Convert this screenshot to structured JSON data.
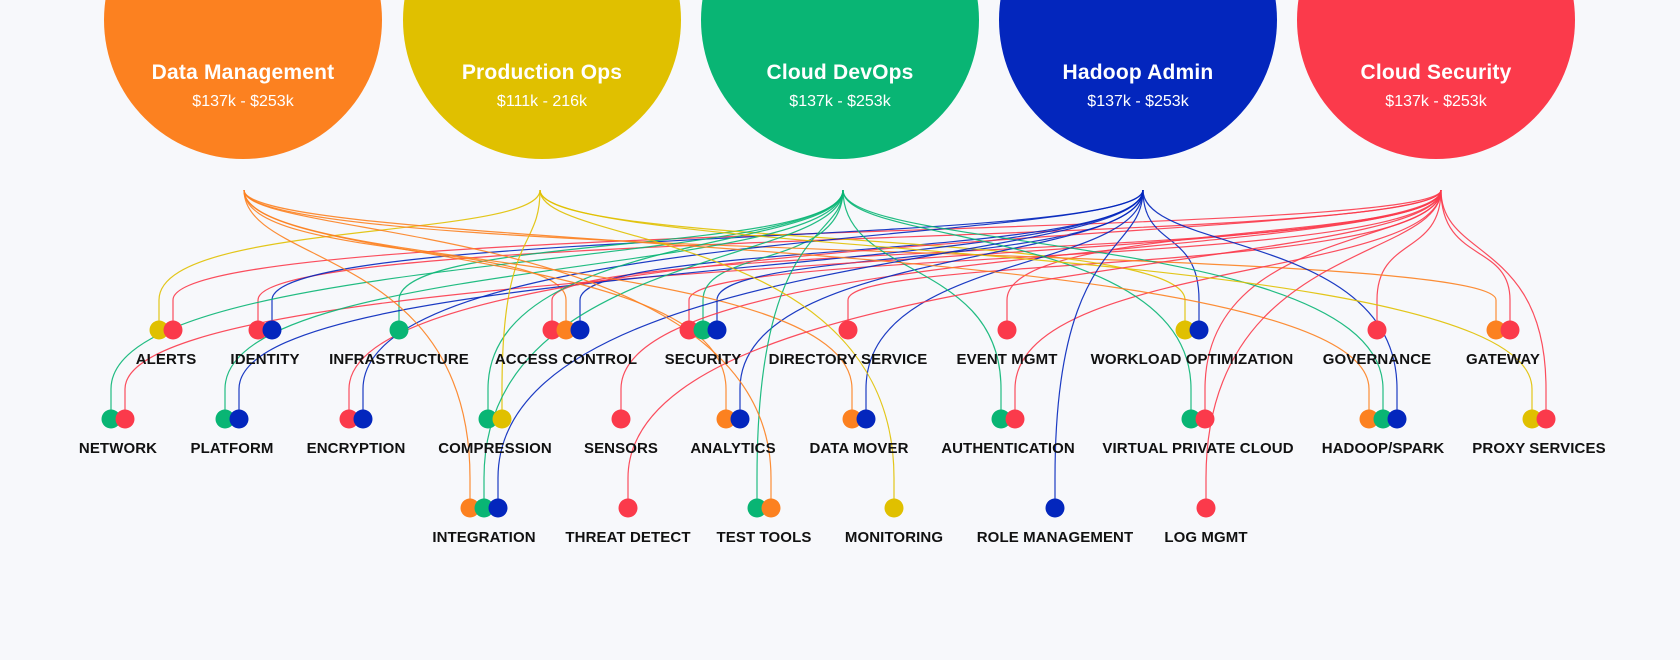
{
  "roles": [
    {
      "id": "dm",
      "title": "Data Management",
      "range": "$137k - $253k",
      "color": "#fc8120"
    },
    {
      "id": "po",
      "title": "Production Ops",
      "range": "$111k - 216k",
      "color": "#e0c000"
    },
    {
      "id": "cd",
      "title": "Cloud DevOps",
      "range": "$137k - $253k",
      "color": "#09b574"
    },
    {
      "id": "ha",
      "title": "Hadoop Admin",
      "range": "$137k - $253k",
      "color": "#0326bd"
    },
    {
      "id": "cs",
      "title": "Cloud Security",
      "range": "$137k - $253k",
      "color": "#fb3a4b"
    }
  ],
  "skills": [
    {
      "label": "ALERTS",
      "roles": [
        "po",
        "cs"
      ]
    },
    {
      "label": "IDENTITY",
      "roles": [
        "cs",
        "ha"
      ]
    },
    {
      "label": "INFRASTRUCTURE",
      "roles": [
        "cd"
      ]
    },
    {
      "label": "ACCESS CONTROL",
      "roles": [
        "cs",
        "dm",
        "ha"
      ]
    },
    {
      "label": "SECURITY",
      "roles": [
        "cs",
        "cd",
        "ha"
      ]
    },
    {
      "label": "DIRECTORY SERVICE",
      "roles": [
        "cs"
      ]
    },
    {
      "label": "EVENT MGMT",
      "roles": [
        "cs"
      ]
    },
    {
      "label": "WORKLOAD OPTIMIZATION",
      "roles": [
        "po",
        "ha"
      ]
    },
    {
      "label": "GOVERNANCE",
      "roles": [
        "cs"
      ]
    },
    {
      "label": "GATEWAY",
      "roles": [
        "dm",
        "cs"
      ]
    },
    {
      "label": "NETWORK",
      "roles": [
        "cd",
        "cs"
      ]
    },
    {
      "label": "PLATFORM",
      "roles": [
        "cd",
        "ha"
      ]
    },
    {
      "label": "ENCRYPTION",
      "roles": [
        "cs",
        "ha"
      ]
    },
    {
      "label": "COMPRESSION",
      "roles": [
        "cd",
        "po"
      ]
    },
    {
      "label": "SENSORS",
      "roles": [
        "cs"
      ]
    },
    {
      "label": "ANALYTICS",
      "roles": [
        "dm",
        "ha"
      ]
    },
    {
      "label": "DATA MOVER",
      "roles": [
        "dm",
        "ha"
      ]
    },
    {
      "label": "AUTHENTICATION",
      "roles": [
        "cd",
        "cs"
      ]
    },
    {
      "label": "VIRTUAL PRIVATE CLOUD",
      "roles": [
        "cd",
        "cs"
      ]
    },
    {
      "label": "HADOOP/SPARK",
      "roles": [
        "dm",
        "cd",
        "ha"
      ]
    },
    {
      "label": "PROXY SERVICES",
      "roles": [
        "po",
        "cs"
      ]
    },
    {
      "label": "INTEGRATION",
      "roles": [
        "dm",
        "cd",
        "ha"
      ]
    },
    {
      "label": "THREAT DETECT",
      "roles": [
        "cs"
      ]
    },
    {
      "label": "TEST TOOLS",
      "roles": [
        "cd",
        "dm"
      ]
    },
    {
      "label": "MONITORING",
      "roles": [
        "po"
      ]
    },
    {
      "label": "ROLE MANAGEMENT",
      "roles": [
        "ha"
      ]
    },
    {
      "label": "LOG MGMT",
      "roles": [
        "cs"
      ]
    }
  ]
}
